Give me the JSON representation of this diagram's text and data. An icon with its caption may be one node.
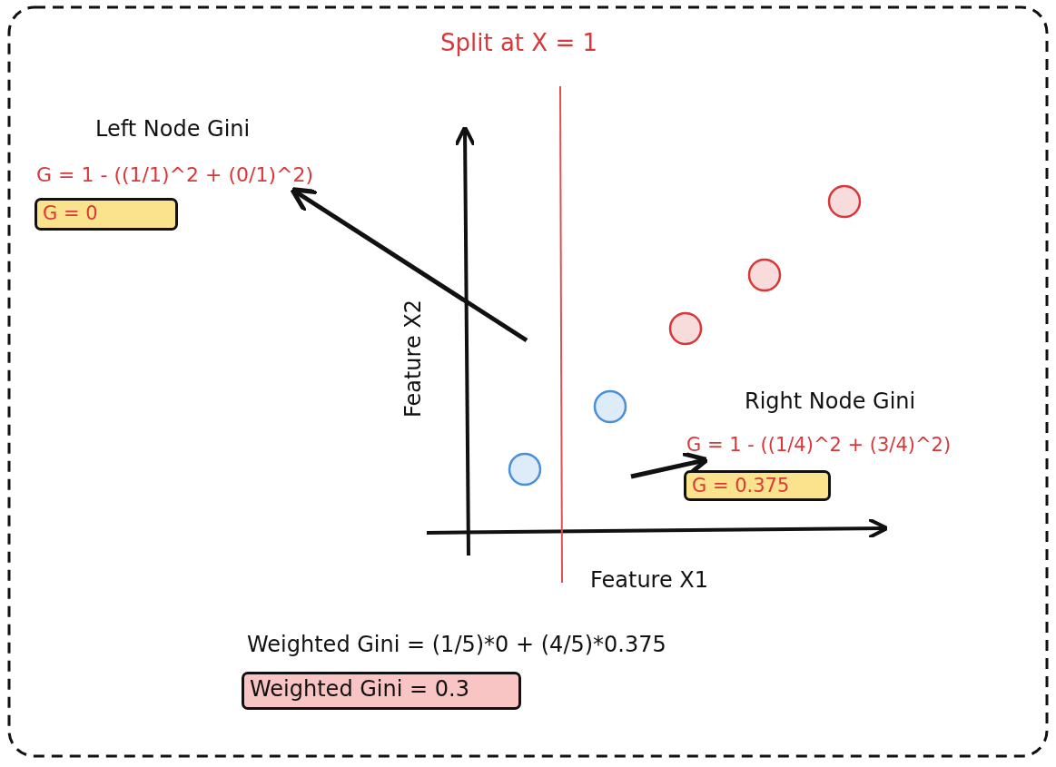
{
  "diagram": {
    "nodes": [
      {
        "text": [
          "Left Node Gini",
          "G = 1 - ((1/1)^2 + (0/1)^2)"
        ]
      },
      {
        "text": [
          "G = 0"
        ]
      },
      {
        "text": [
          "Right Node Gini",
          "G = 1 - ((1/4)^2 + (3/4)^2)"
        ]
      },
      {
        "text": [
          "G = 0.375"
        ]
      },
      {
        "text": [
          "Weighted Gini = 0.3"
        ]
      }
    ],
    "edges": [
      {
        "from": null,
        "to": 0,
        "arrow": "to"
      },
      {
        "from": null,
        "to": 2,
        "arrow": "to"
      }
    ],
    "labels": [
      "Split at X = 1",
      "Feature X2",
      "Feature X1",
      "Weighted Gini = (1/5)*0 + (4/5)*0.375"
    ]
  }
}
